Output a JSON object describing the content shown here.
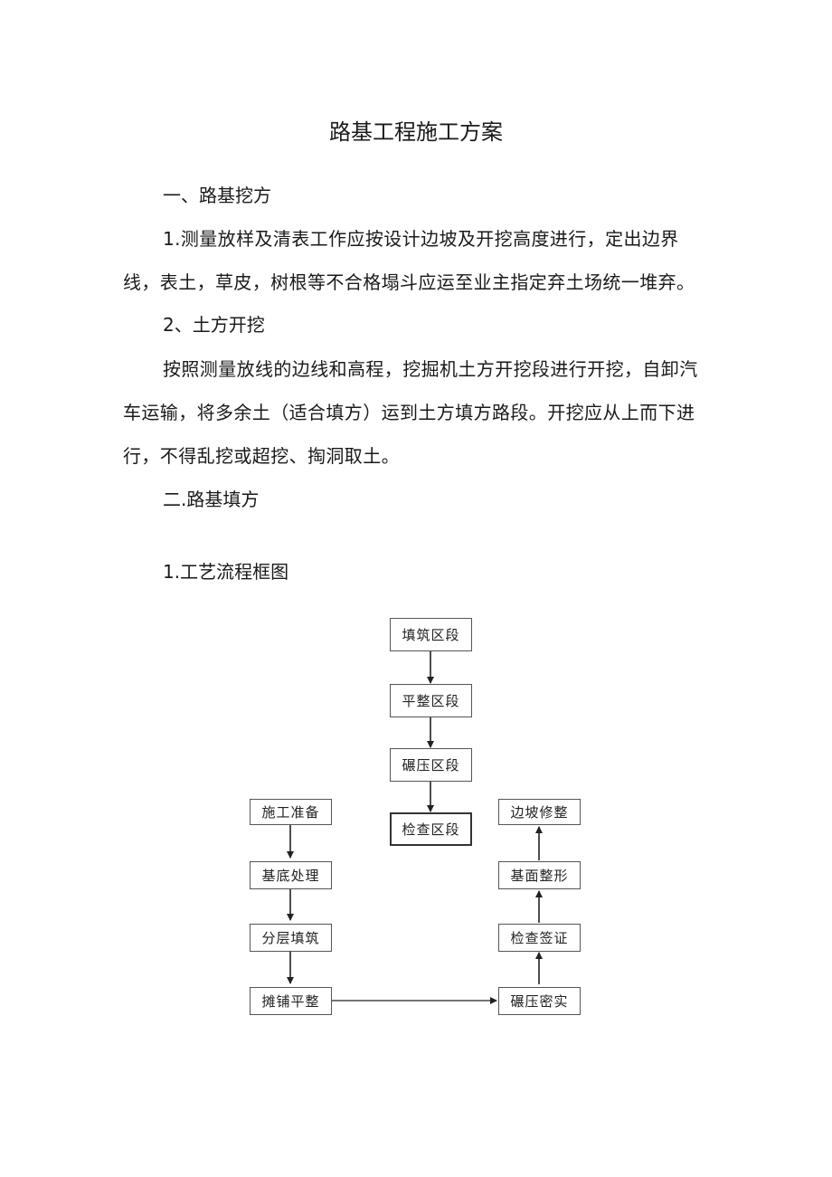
{
  "document": {
    "title": "路基工程施工方案",
    "section1": {
      "heading": "一、路基挖方",
      "item1": "1.测量放样及清表工作应按设计边坡及开挖高度进行，定出边界线，表土，草皮，树根等不合格塌斗应运至业主指定弃土场统一堆弃。",
      "item2_heading": "2、土方开挖",
      "item2": "按照测量放线的边线和高程，挖掘机土方开挖段进行开挖，自卸汽车运输，将多余土（适合填方）运到土方填方路段。开挖应从上而下进行，不得乱挖或超挖、掏洞取土。"
    },
    "section2": {
      "heading": "二.路基填方",
      "sub_heading": "1.工艺流程框图"
    }
  },
  "flowchart": {
    "center": [
      "填筑区段",
      "平整区段",
      "碾压区段",
      "检查区段"
    ],
    "left": [
      "施工准备",
      "基底处理",
      "分层填筑",
      "摊铺平整"
    ],
    "right": [
      "碾压密实",
      "检查签证",
      "基面整形",
      "边坡修整"
    ]
  }
}
